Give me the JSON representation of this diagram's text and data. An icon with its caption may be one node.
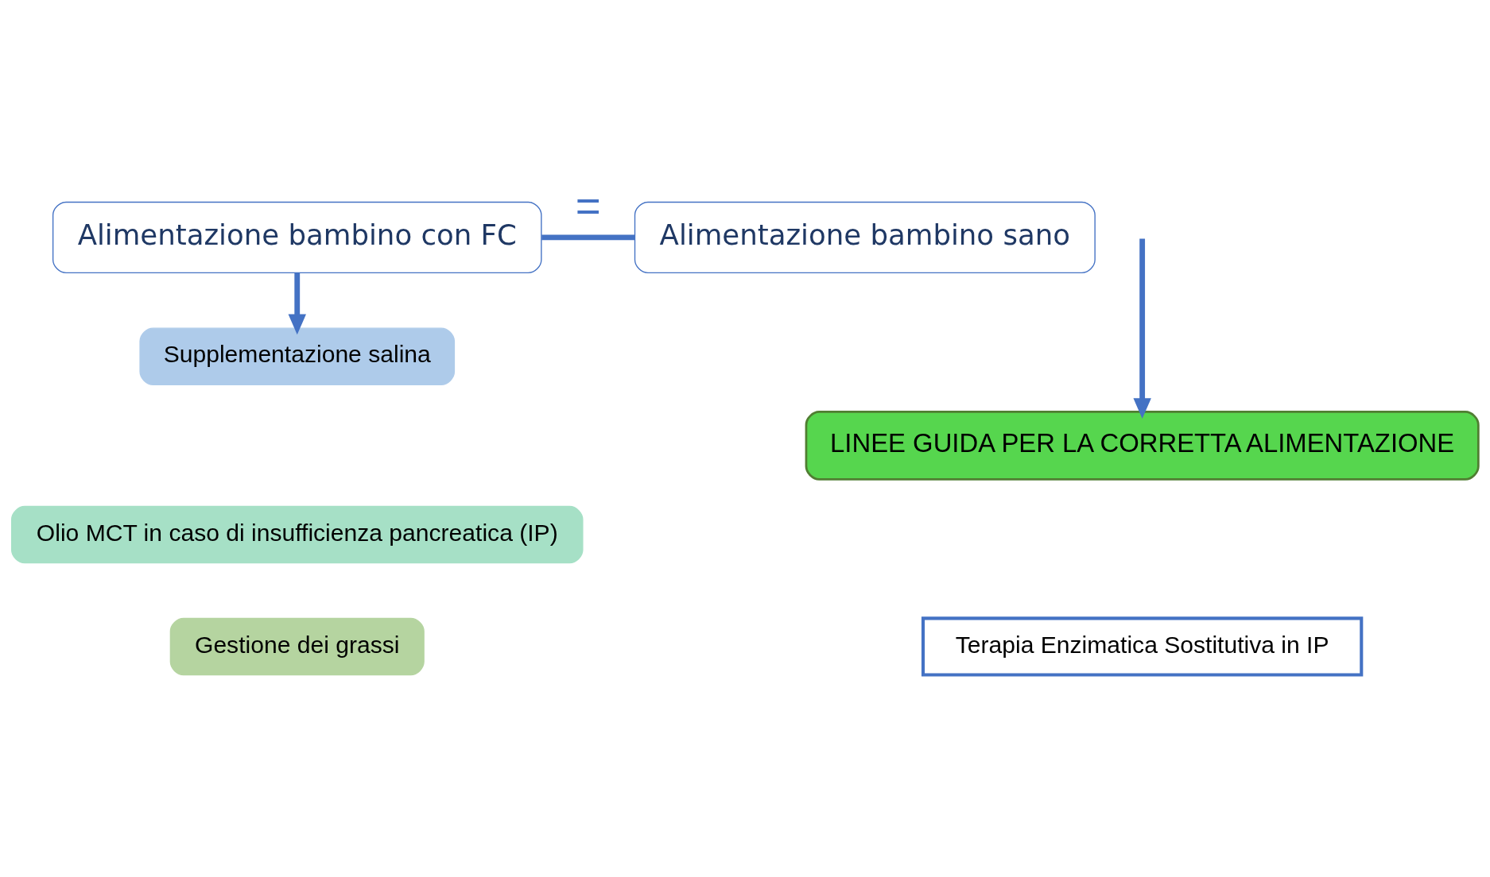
{
  "diagram": {
    "nodes": [
      {
        "text": [
          "Alimentazione bambino con FC"
        ]
      },
      {
        "text": [
          "Alimentazione bambino sano"
        ]
      },
      {
        "text": [
          "LINEE GUIDA PER LA CORRETTA ALIMENTAZIONE"
        ]
      },
      {
        "text": [
          "Supplementazione salina"
        ]
      },
      {
        "text": [
          "Olio MCT in caso di insufficienza pancreatica (IP)"
        ]
      },
      {
        "text": [
          "Gestione dei grassi"
        ]
      },
      {
        "text": [
          "Terapia Enzimatica Sostitutiva in IP"
        ]
      }
    ],
    "edges": [
      {
        "from": 0,
        "to": 1,
        "arrow": "none",
        "label": "="
      },
      {
        "from": null,
        "to": 2,
        "arrow": "to"
      },
      {
        "from": 0,
        "to": 3,
        "arrow": "to"
      }
    ]
  }
}
